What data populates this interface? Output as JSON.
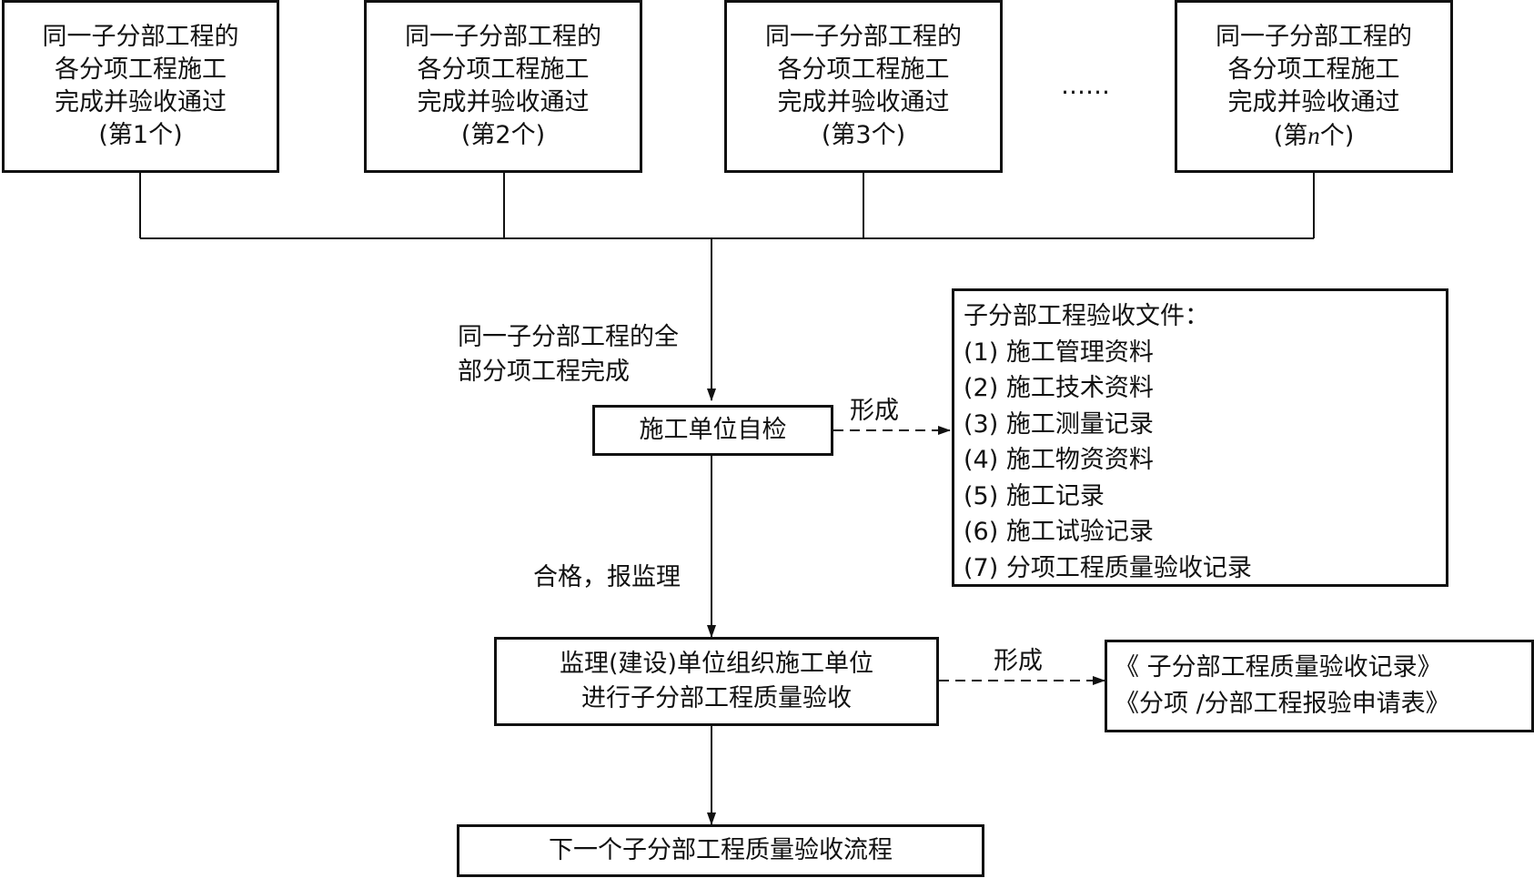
{
  "top_boxes": [
    {
      "lines": [
        "同一子分部工程的",
        "各分项工程施工",
        "完成并验收通过"
      ],
      "index_prefix": "(第",
      "index": "1",
      "index_suffix": "个)"
    },
    {
      "lines": [
        "同一子分部工程的",
        "各分项工程施工",
        "完成并验收通过"
      ],
      "index_prefix": "(第",
      "index": "2",
      "index_suffix": "个)"
    },
    {
      "lines": [
        "同一子分部工程的",
        "各分项工程施工",
        "完成并验收通过"
      ],
      "index_prefix": "(第",
      "index": "3",
      "index_suffix": "个)"
    },
    {
      "lines": [
        "同一子分部工程的",
        "各分项工程施工",
        "完成并验收通过"
      ],
      "index_prefix": "(第",
      "index": "n",
      "index_suffix": "个)"
    }
  ],
  "ellipsis": "……",
  "merge_label": [
    "同一子分部工程的全",
    "部分项工程完成"
  ],
  "self_check": "施工单位自检",
  "form_label_1": "形成",
  "docs": {
    "title": "子分部工程验收文件：",
    "items": [
      "(1) 施工管理资料",
      "(2) 施工技术资料",
      "(3) 施工测量记录",
      "(4) 施工物资资料",
      "(5) 施工记录",
      "(6) 施工试验记录",
      "(7) 分项工程质量验收记录"
    ]
  },
  "pass_label": "合格，报监理",
  "supervision": [
    "监理(建设)单位组织施工单位",
    "进行子分部工程质量验收"
  ],
  "form_label_2": "形成",
  "records": [
    "《 子分部工程质量验收记录》",
    "《分项 /分部工程报验申请表》"
  ],
  "next_step": "下一个子分部工程质量验收流程"
}
